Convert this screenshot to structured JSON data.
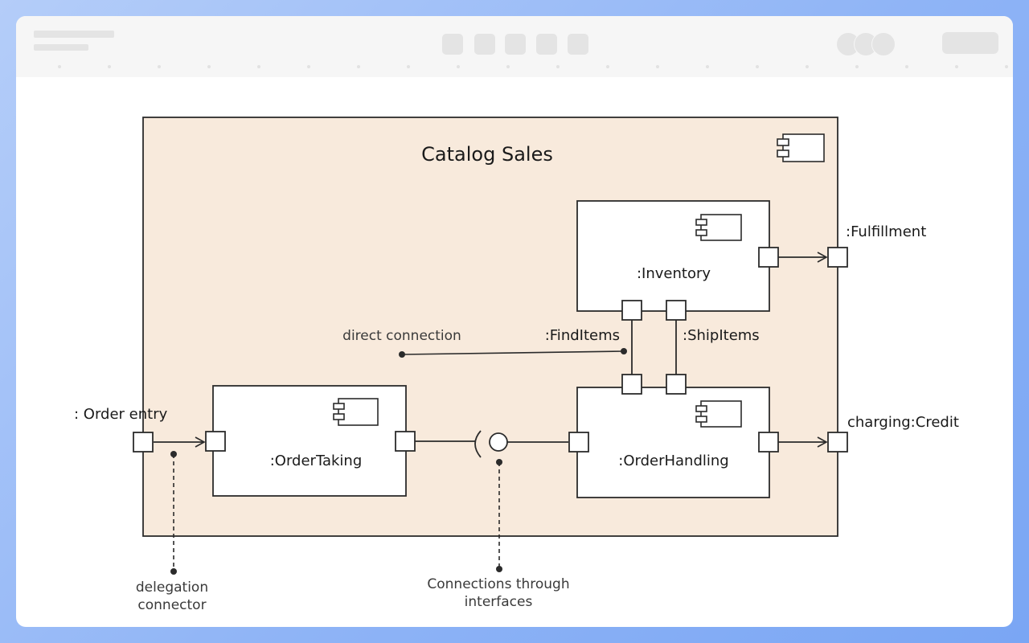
{
  "diagram": {
    "outer_component": {
      "title": "Catalog Sales"
    },
    "components": {
      "inventory": ":Inventory",
      "order_taking": ":OrderTaking",
      "order_handling": ":OrderHandling"
    },
    "ports": {
      "order_entry": ": Order entry",
      "fulfillment": ":Fulfillment",
      "charging": "charging:Credit",
      "find_items": ":FindItems",
      "ship_items": ":ShipItems"
    },
    "annotations": {
      "direct_connection": "direct connection",
      "delegation_line1": "delegation",
      "delegation_line2": "connector",
      "interfaces_line1": "Connections through",
      "interfaces_line2": "interfaces"
    },
    "colors": {
      "outer_fill": "#f8eadc",
      "component_fill": "#ffffff",
      "stroke": "#2b2b2b",
      "background_gradient": "#8fb4f6"
    }
  }
}
